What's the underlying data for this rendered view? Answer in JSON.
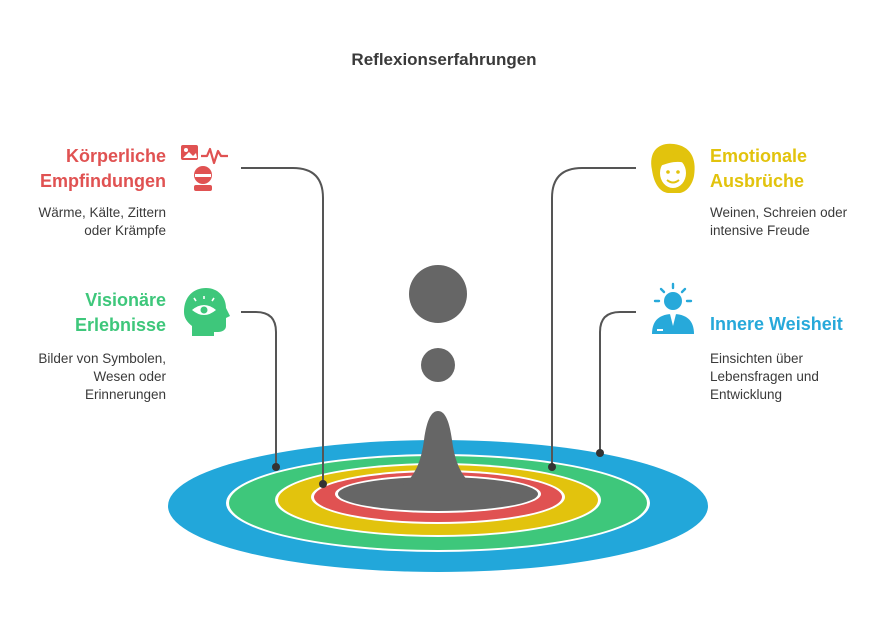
{
  "title": "Reflexionserfahrungen",
  "items": {
    "physical": {
      "heading_line1": "Körperliche",
      "heading_line2": "Empfindungen",
      "desc_line1": "Wärme, Kälte, Zittern",
      "desc_line2": "oder Krämpfe",
      "color": "#e05252",
      "icon": "body-sensation-icon"
    },
    "emotional": {
      "heading_line1": "Emotionale",
      "heading_line2": "Ausbrüche",
      "desc_line1": "Weinen, Schreien oder",
      "desc_line2": "intensive Freude",
      "color": "#e2c30d",
      "icon": "emotional-face-icon"
    },
    "visionary": {
      "heading_line1": "Visionäre",
      "heading_line2": "Erlebnisse",
      "desc_line1": "Bilder von Symbolen,",
      "desc_line2": "Wesen oder",
      "desc_line3": "Erinnerungen",
      "color": "#3ec77b",
      "icon": "eye-head-icon"
    },
    "wisdom": {
      "heading": "Innere Weisheit",
      "desc_line1": "Einsichten über",
      "desc_line2": "Lebensfragen und",
      "desc_line3": "Entwicklung",
      "color": "#27a9da",
      "icon": "enlightened-person-icon"
    }
  },
  "colors": {
    "blue": "#22a7da",
    "green": "#3ec77b",
    "yellow": "#e2c30d",
    "red": "#e05252",
    "gray": "#666666"
  }
}
